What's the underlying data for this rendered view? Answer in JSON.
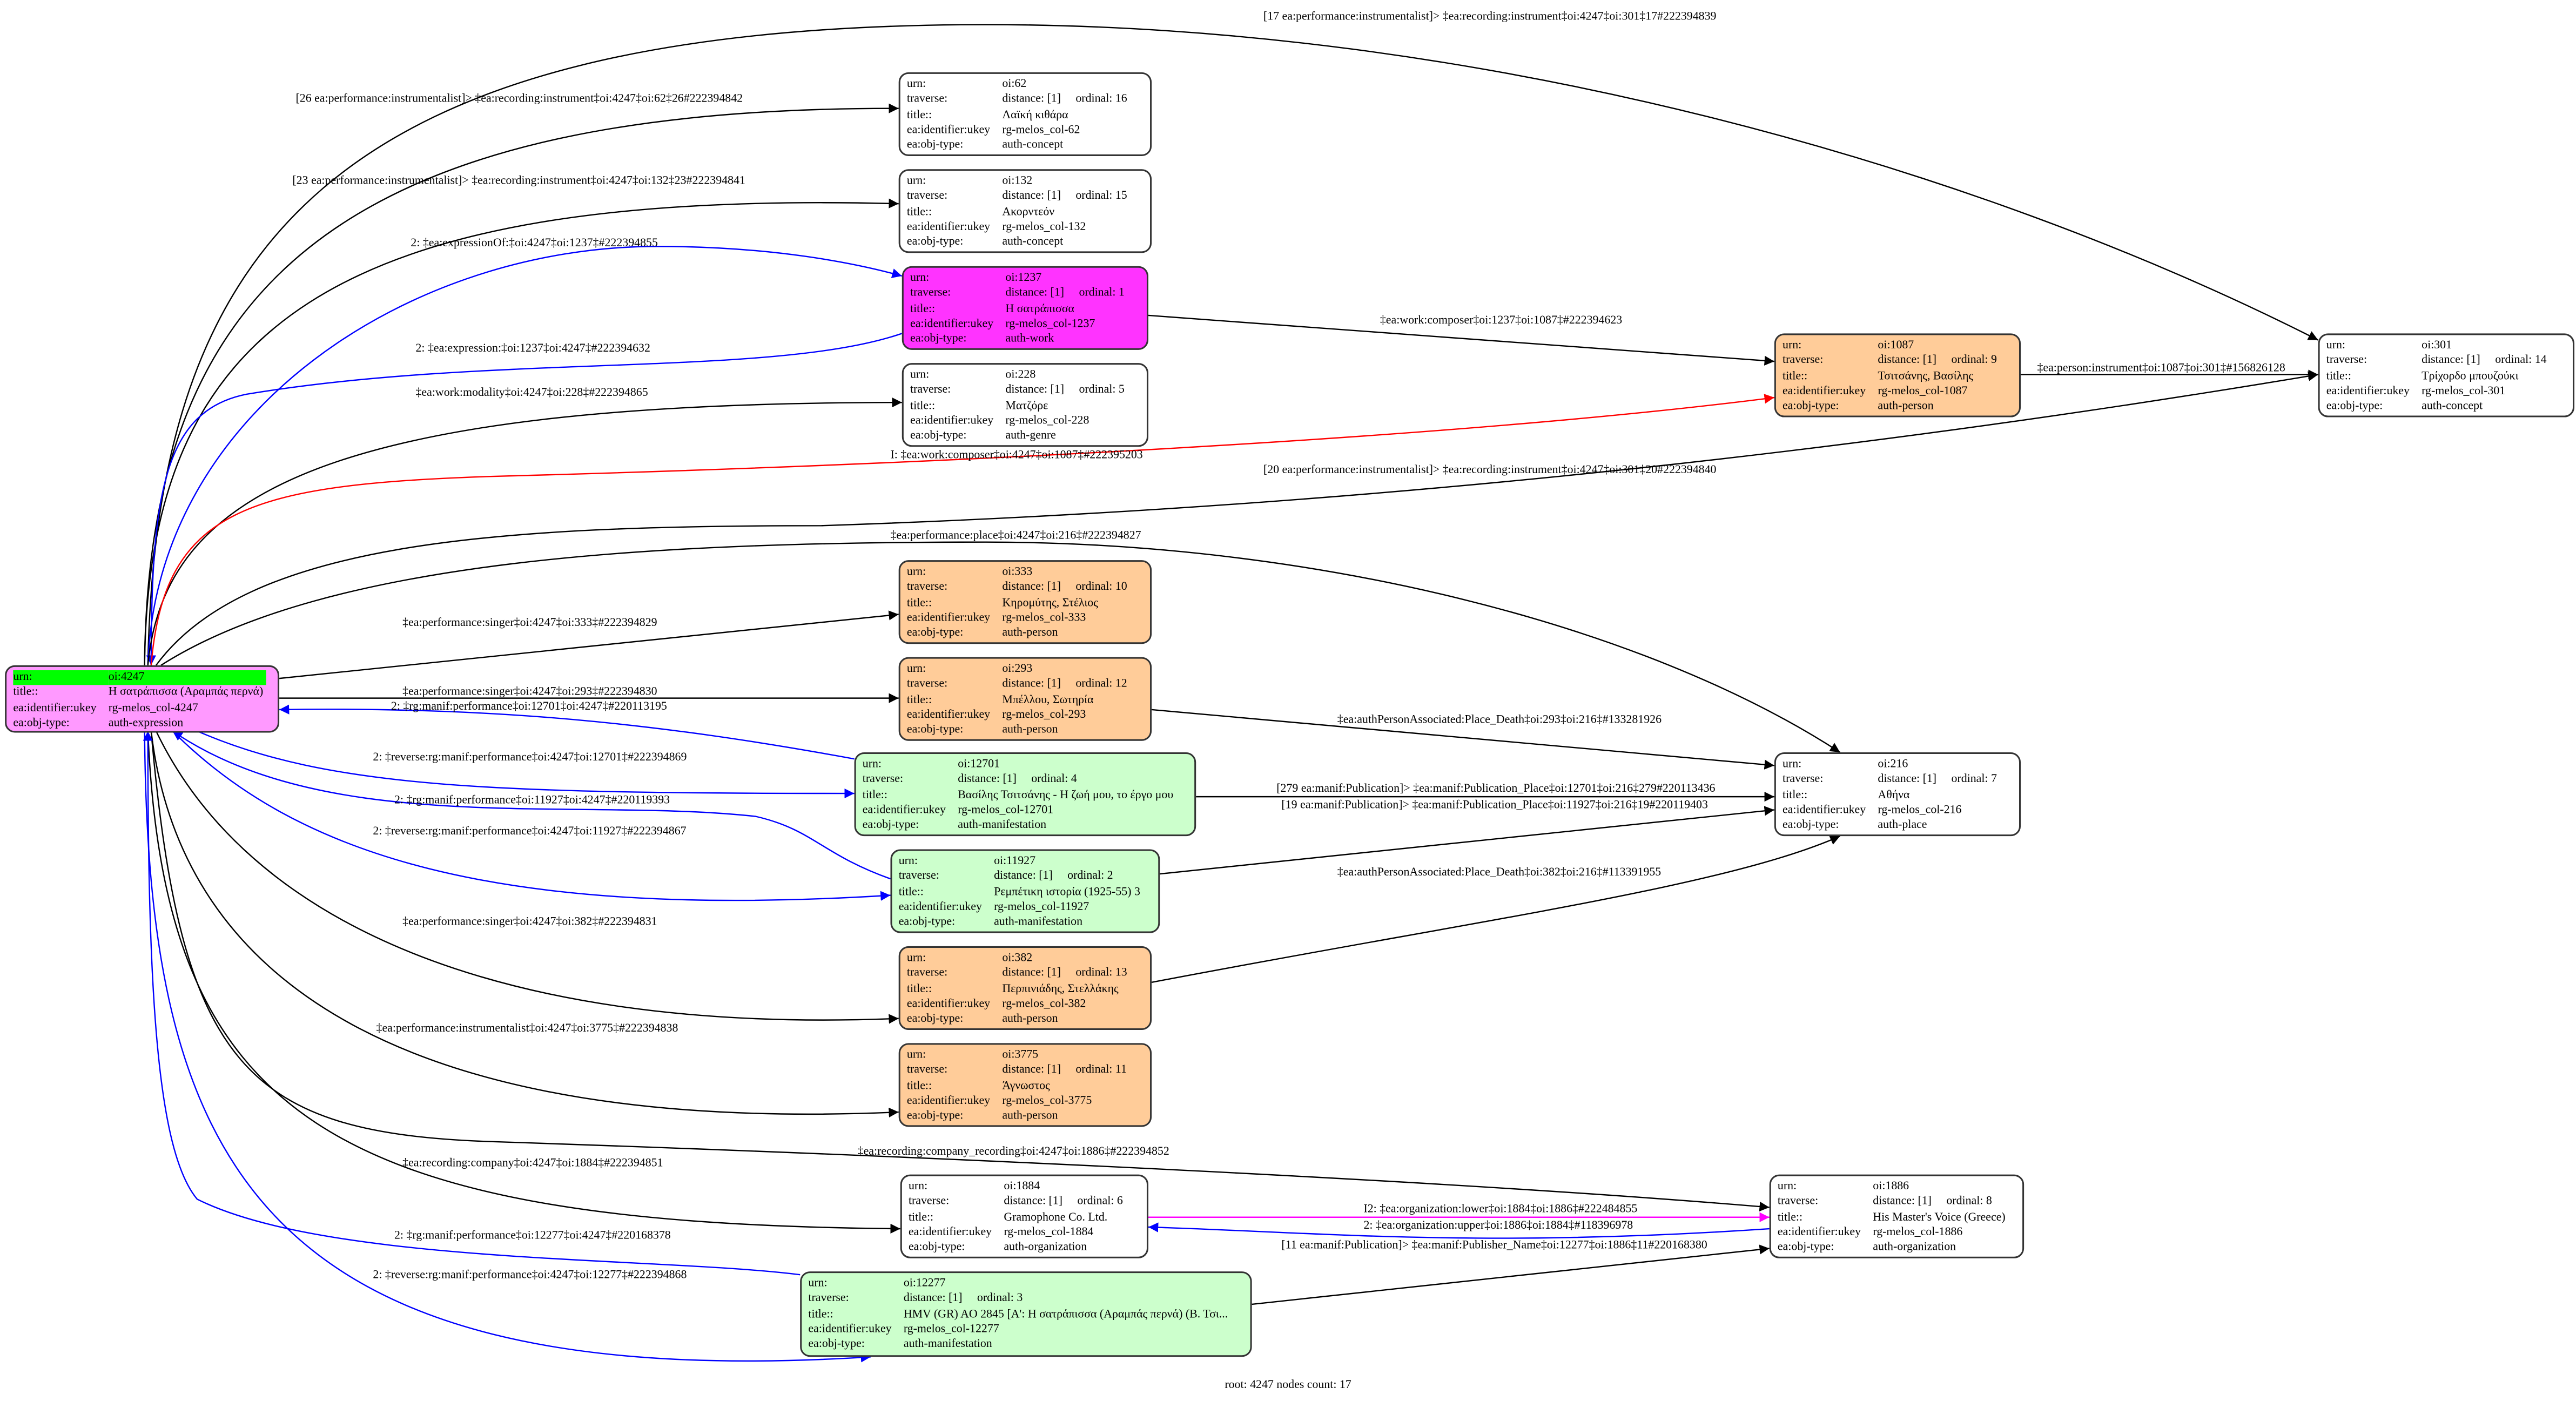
{
  "field_labels": {
    "urn": "urn:",
    "traverse": "traverse:",
    "title": "title::",
    "ukey": "ea:identifier:ukey",
    "obj_type": "ea:obj-type:",
    "distance": "distance:",
    "ordinal": "ordinal:"
  },
  "root_highlight_color": "#00ff00",
  "nodes": [
    {
      "urn": "oi:4247",
      "title": "Η σατράπισσα (Αραμπάς περνά)",
      "ukey": "rg-melos_col-4247",
      "obj_type": "auth-expression",
      "fill": "#ff99ff",
      "root": true
    },
    {
      "urn": "oi:62",
      "distance": "[1]",
      "ordinal": "16",
      "title": "Λαϊκή κιθάρα",
      "ukey": "rg-melos_col-62",
      "obj_type": "auth-concept",
      "fill": "#ffffff"
    },
    {
      "urn": "oi:132",
      "distance": "[1]",
      "ordinal": "15",
      "title": "Ακορντεόν",
      "ukey": "rg-melos_col-132",
      "obj_type": "auth-concept",
      "fill": "#ffffff"
    },
    {
      "urn": "oi:1237",
      "distance": "[1]",
      "ordinal": "1",
      "title": "Η σατράπισσα",
      "ukey": "rg-melos_col-1237",
      "obj_type": "auth-work",
      "fill": "#ff33ff"
    },
    {
      "urn": "oi:228",
      "distance": "[1]",
      "ordinal": "5",
      "title": "Ματζόρε",
      "ukey": "rg-melos_col-228",
      "obj_type": "auth-genre",
      "fill": "#ffffff"
    },
    {
      "urn": "oi:1087",
      "distance": "[1]",
      "ordinal": "9",
      "title": "Τσιτσάνης, Βασίλης",
      "ukey": "rg-melos_col-1087",
      "obj_type": "auth-person",
      "fill": "#ffcc99"
    },
    {
      "urn": "oi:301",
      "distance": "[1]",
      "ordinal": "14",
      "title": "Τρίχορδο μπουζούκι",
      "ukey": "rg-melos_col-301",
      "obj_type": "auth-concept",
      "fill": "#ffffff"
    },
    {
      "urn": "oi:333",
      "distance": "[1]",
      "ordinal": "10",
      "title": "Κηρομύτης, Στέλιος",
      "ukey": "rg-melos_col-333",
      "obj_type": "auth-person",
      "fill": "#ffcc99"
    },
    {
      "urn": "oi:293",
      "distance": "[1]",
      "ordinal": "12",
      "title": "Μπέλλου, Σωτηρία",
      "ukey": "rg-melos_col-293",
      "obj_type": "auth-person",
      "fill": "#ffcc99"
    },
    {
      "urn": "oi:12701",
      "distance": "[1]",
      "ordinal": "4",
      "title": "Βασίλης Τσιτσάνης - Η ζωή μου, το έργο μου",
      "ukey": "rg-melos_col-12701",
      "obj_type": "auth-manifestation",
      "fill": "#ccffcc"
    },
    {
      "urn": "oi:216",
      "distance": "[1]",
      "ordinal": "7",
      "title": "Αθήνα",
      "ukey": "rg-melos_col-216",
      "obj_type": "auth-place",
      "fill": "#ffffff"
    },
    {
      "urn": "oi:11927",
      "distance": "[1]",
      "ordinal": "2",
      "title": "Ρεμπέτικη ιστορία (1925-55) 3",
      "ukey": "rg-melos_col-11927",
      "obj_type": "auth-manifestation",
      "fill": "#ccffcc"
    },
    {
      "urn": "oi:382",
      "distance": "[1]",
      "ordinal": "13",
      "title": "Περπινιάδης, Στελλάκης",
      "ukey": "rg-melos_col-382",
      "obj_type": "auth-person",
      "fill": "#ffcc99"
    },
    {
      "urn": "oi:3775",
      "distance": "[1]",
      "ordinal": "11",
      "title": "Άγνωστος",
      "ukey": "rg-melos_col-3775",
      "obj_type": "auth-person",
      "fill": "#ffcc99"
    },
    {
      "urn": "oi:1884",
      "distance": "[1]",
      "ordinal": "6",
      "title": "Gramophone Co. Ltd.",
      "ukey": "rg-melos_col-1884",
      "obj_type": "auth-organization",
      "fill": "#ffffff"
    },
    {
      "urn": "oi:1886",
      "distance": "[1]",
      "ordinal": "8",
      "title": "His Master's Voice (Greece)",
      "ukey": "rg-melos_col-1886",
      "obj_type": "auth-organization",
      "fill": "#ffffff"
    },
    {
      "urn": "oi:12277",
      "distance": "[1]",
      "ordinal": "3",
      "title": "HMV (GR) AO 2845 [A': Η σατράπισσα (Αραμπάς περνά) (Β. Τσι...",
      "ukey": "rg-melos_col-12277",
      "obj_type": "auth-manifestation",
      "fill": "#ccffcc"
    }
  ],
  "edges": [
    {
      "label": "[17 ea:performance:instrumentalist]> ‡ea:recording:instrument‡oi:4247‡oi:301‡17#222394839",
      "color": "#000000"
    },
    {
      "label": "[26 ea:performance:instrumentalist]> ‡ea:recording:instrument‡oi:4247‡oi:62‡26#222394842",
      "color": "#000000"
    },
    {
      "label": "[23 ea:performance:instrumentalist]> ‡ea:recording:instrument‡oi:4247‡oi:132‡23#222394841",
      "color": "#000000"
    },
    {
      "label": "2: ‡ea:expressionOf:‡oi:4247‡oi:1237‡#222394855",
      "color": "#0000ff"
    },
    {
      "label": "2: ‡ea:expression:‡oi:1237‡oi:4247‡#222394632",
      "color": "#0000ff"
    },
    {
      "label": "‡ea:work:modality‡oi:4247‡oi:228‡#222394865",
      "color": "#000000"
    },
    {
      "label": "I: ‡ea:work:composer‡oi:4247‡oi:1087‡#222395203",
      "color": "#ff0000"
    },
    {
      "label": "[20 ea:performance:instrumentalist]> ‡ea:recording:instrument‡oi:4247‡oi:301‡20#222394840",
      "color": "#000000"
    },
    {
      "label": "‡ea:performance:place‡oi:4247‡oi:216‡#222394827",
      "color": "#000000"
    },
    {
      "label": "‡ea:performance:singer‡oi:4247‡oi:333‡#222394829",
      "color": "#000000"
    },
    {
      "label": "‡ea:performance:singer‡oi:4247‡oi:293‡#222394830",
      "color": "#000000"
    },
    {
      "label": "2: ‡rg:manif:performance‡oi:12701‡oi:4247‡#220113195",
      "color": "#0000ff"
    },
    {
      "label": "2: ‡reverse:rg:manif:performance‡oi:4247‡oi:12701‡#222394869",
      "color": "#0000ff"
    },
    {
      "label": "2: ‡rg:manif:performance‡oi:11927‡oi:4247‡#220119393",
      "color": "#0000ff"
    },
    {
      "label": "2: ‡reverse:rg:manif:performance‡oi:4247‡oi:11927‡#222394867",
      "color": "#0000ff"
    },
    {
      "label": "‡ea:performance:singer‡oi:4247‡oi:382‡#222394831",
      "color": "#000000"
    },
    {
      "label": "‡ea:performance:instrumentalist‡oi:4247‡oi:3775‡#222394838",
      "color": "#000000"
    },
    {
      "label": "‡ea:recording:company_recording‡oi:4247‡oi:1886‡#222394852",
      "color": "#000000"
    },
    {
      "label": "‡ea:recording:company‡oi:4247‡oi:1884‡#222394851",
      "color": "#000000"
    },
    {
      "label": "2: ‡rg:manif:performance‡oi:12277‡oi:4247‡#220168378",
      "color": "#0000ff"
    },
    {
      "label": "2: ‡reverse:rg:manif:performance‡oi:4247‡oi:12277‡#222394868",
      "color": "#0000ff"
    },
    {
      "label": "‡ea:work:composer‡oi:1237‡oi:1087‡#222394623",
      "color": "#000000"
    },
    {
      "label": "‡ea:person:instrument‡oi:1087‡oi:301‡#156826128",
      "color": "#000000"
    },
    {
      "label": "‡ea:authPersonAssociated:Place_Death‡oi:293‡oi:216‡#133281926",
      "color": "#000000"
    },
    {
      "label": "[279 ea:manif:Publication]> ‡ea:manif:Publication_Place‡oi:12701‡oi:216‡279#220113436",
      "color": "#000000"
    },
    {
      "label": "[19 ea:manif:Publication]> ‡ea:manif:Publication_Place‡oi:11927‡oi:216‡19#220119403",
      "color": "#000000"
    },
    {
      "label": "‡ea:authPersonAssociated:Place_Death‡oi:382‡oi:216‡#113391955",
      "color": "#000000"
    },
    {
      "label": "I2: ‡ea:organization:lower‡oi:1884‡oi:1886‡#222484855",
      "color": "#ff00ff"
    },
    {
      "label": "2: ‡ea:organization:upper‡oi:1886‡oi:1884‡#118396978",
      "color": "#0000ff"
    },
    {
      "label": "[11 ea:manif:Publication]> ‡ea:manif:Publisher_Name‡oi:12277‡oi:1886‡11#220168380",
      "color": "#000000"
    }
  ],
  "footer": "root: 4247 nodes count: 17"
}
